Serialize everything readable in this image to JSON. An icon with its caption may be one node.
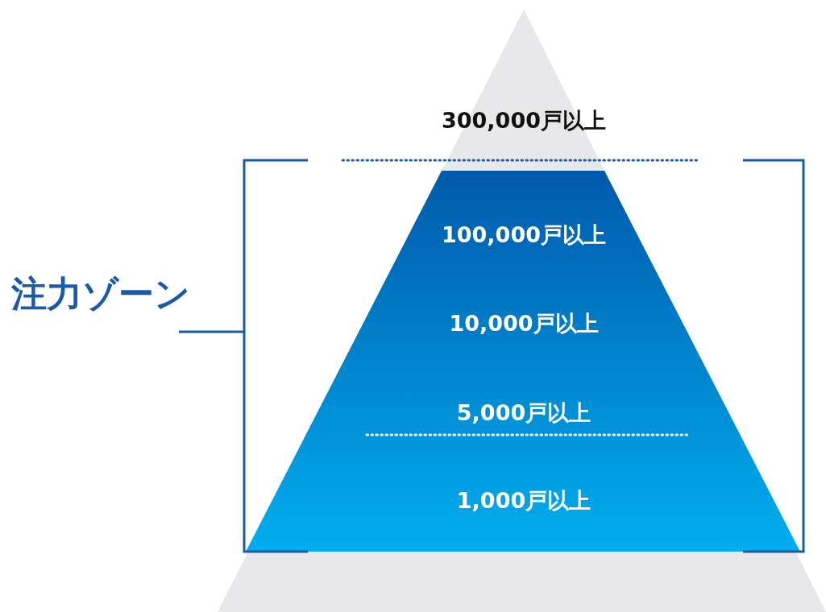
{
  "diagram": {
    "nodes": [
      {
        "text": [
          "300,000戸以上"
        ]
      },
      {
        "text": [
          "100,000戸以上",
          "10,000戸以上",
          "5,000戸以上",
          "1,000戸以上"
        ],
        "in": 0
      }
    ],
    "labels": [
      "注力ゾーン"
    ]
  }
}
